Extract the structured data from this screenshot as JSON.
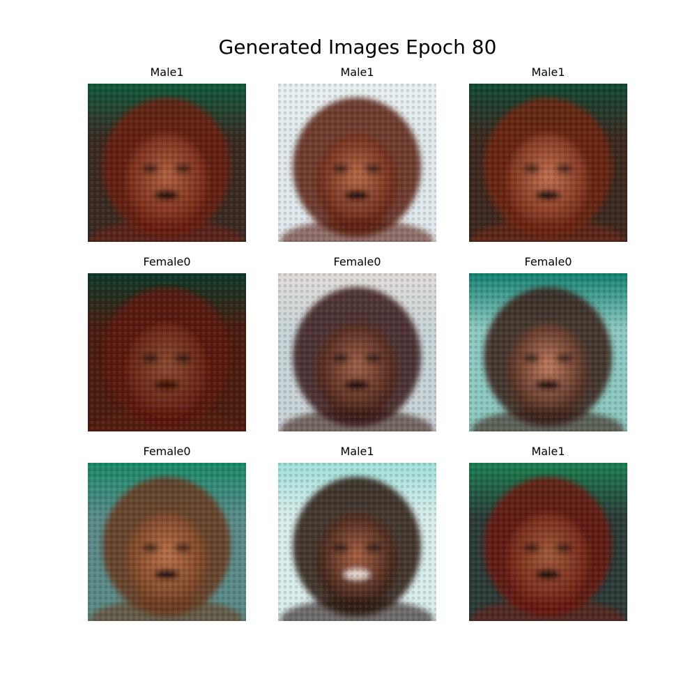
{
  "figure": {
    "title": "Generated Images Epoch 80"
  },
  "panels": [
    {
      "label": "Male1",
      "top_tone": "#0f5a3a",
      "bg": "#3a2a24",
      "hair": "#6a1e10",
      "skin": "#b06040",
      "mouth": "#1a0a08"
    },
    {
      "label": "Male1",
      "top_tone": "#e8f0f0",
      "bg": "#dfe8ec",
      "hair": "#5a1c10",
      "skin": "#b86a48",
      "mouth": "#1a0a08"
    },
    {
      "label": "Male1",
      "top_tone": "#104a34",
      "bg": "#3c2820",
      "hair": "#6e2412",
      "skin": "#c07050",
      "mouth": "#1a0a08"
    },
    {
      "label": "Female0",
      "top_tone": "#0c3a2a",
      "bg": "#4a1c10",
      "hair": "#5c1a0e",
      "skin": "#8a4a30",
      "mouth": "#3a0a06"
    },
    {
      "label": "Female0",
      "top_tone": "#e0dcd8",
      "bg": "#c8d4d8",
      "hair": "#3a1a14",
      "skin": "#a06048",
      "mouth": "#1a0a08"
    },
    {
      "label": "Female0",
      "top_tone": "#148070",
      "bg": "#8cc8c0",
      "hair": "#3a2018",
      "skin": "#c07a5c",
      "mouth": "#1a0a08"
    },
    {
      "label": "Female0",
      "top_tone": "#1a8a6a",
      "bg": "#5a8a88",
      "hair": "#6a3a20",
      "skin": "#b87048",
      "mouth": "#1a0a08"
    },
    {
      "label": "Male1",
      "top_tone": "#a0e0d8",
      "bg": "#d8ecec",
      "hair": "#2a1812",
      "skin": "#a86044",
      "mouth": "#e8d8d0"
    },
    {
      "label": "Male1",
      "top_tone": "#1a8050",
      "bg": "#2c3a38",
      "hair": "#6a1a10",
      "skin": "#a05a3a",
      "mouth": "#1a0a08"
    }
  ]
}
